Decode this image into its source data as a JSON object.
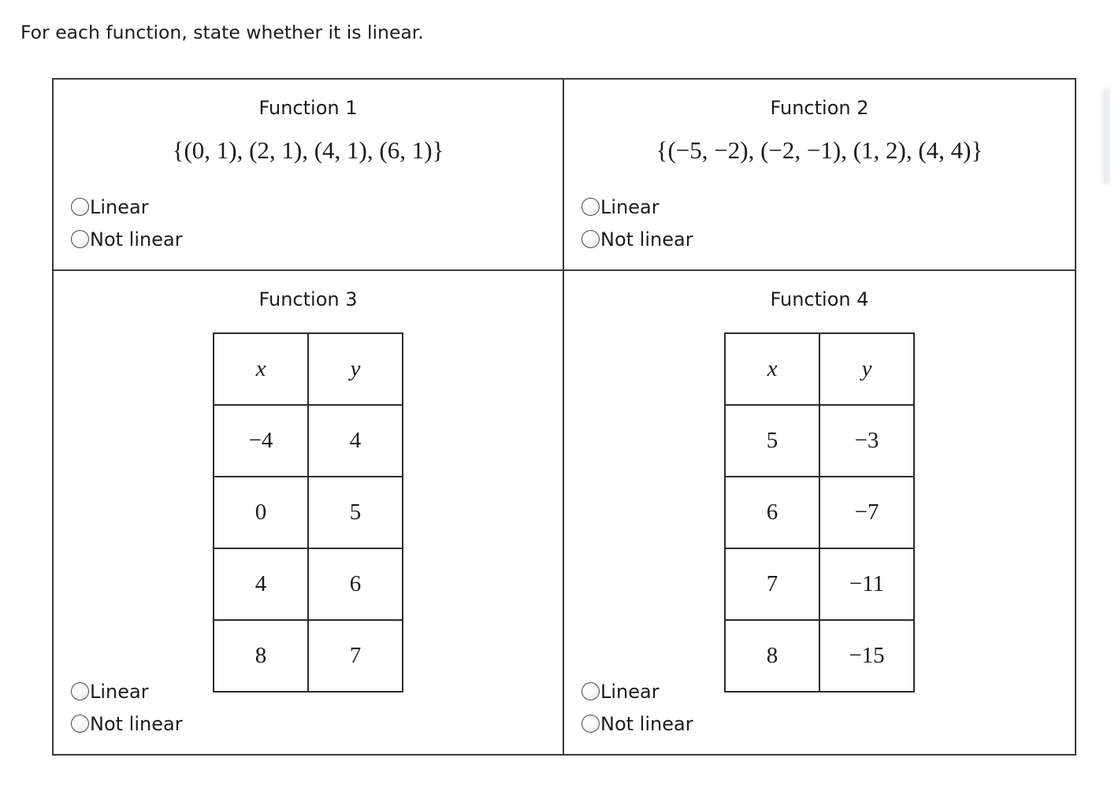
{
  "prompt": "For each function, state whether it is linear.",
  "options_labels": {
    "linear": "Linear",
    "not_linear": "Not linear"
  },
  "table_headers": {
    "x": "x",
    "y": "y"
  },
  "functions": [
    {
      "title": "Function 1",
      "set_notation": "{(0, 1), (2, 1), (4, 1), (6, 1)}",
      "display": "set",
      "options": [
        "Linear",
        "Not linear"
      ],
      "selected": null
    },
    {
      "title": "Function 2",
      "set_notation": "{(−5, −2), (−2, −1), (1, 2), (4, 4)}",
      "display": "set",
      "options": [
        "Linear",
        "Not linear"
      ],
      "selected": null
    },
    {
      "title": "Function 3",
      "display": "table",
      "table": {
        "headers": [
          "x",
          "y"
        ],
        "rows": [
          [
            "−4",
            "4"
          ],
          [
            "0",
            "5"
          ],
          [
            "4",
            "6"
          ],
          [
            "8",
            "7"
          ]
        ]
      },
      "options": [
        "Linear",
        "Not linear"
      ],
      "selected": null
    },
    {
      "title": "Function 4",
      "display": "table",
      "table": {
        "headers": [
          "x",
          "y"
        ],
        "rows": [
          [
            "5",
            "−3"
          ],
          [
            "6",
            "−7"
          ],
          [
            "7",
            "−11"
          ],
          [
            "8",
            "−15"
          ]
        ]
      },
      "options": [
        "Linear",
        "Not linear"
      ],
      "selected": null
    }
  ],
  "colors": {
    "text": "#1c1c1c",
    "outer_border": "#3a3a3e",
    "table_border": "#2b2b2b",
    "radio_border": "#4b4b4b",
    "background": "#ffffff"
  }
}
